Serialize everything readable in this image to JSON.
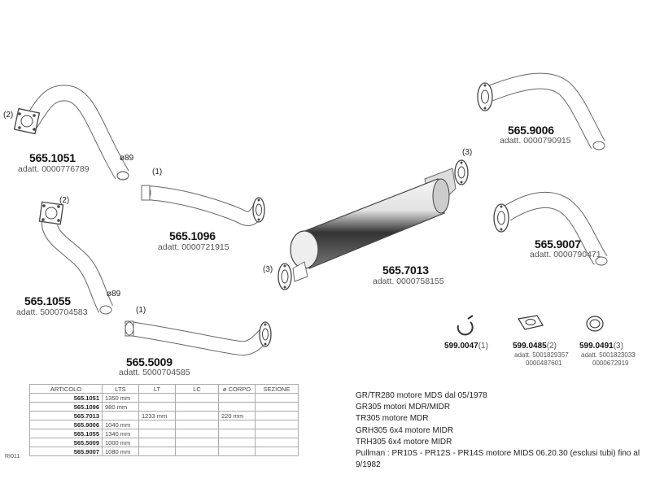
{
  "parts": [
    {
      "code": "565.1051",
      "adatt": "adatt. 0000776789",
      "mark": "(2)",
      "diam": "ø89"
    },
    {
      "code": "565.1096",
      "adatt": "adatt. 0000721915",
      "mark": "(1)"
    },
    {
      "code": "565.1055",
      "adatt": "adatt. 5000704583",
      "mark": "(2)",
      "diam": "ø89"
    },
    {
      "code": "565.5009",
      "adatt": "adatt. 5000704585",
      "mark": "(1)"
    },
    {
      "code": "565.7013",
      "adatt": "adatt. 0000758155",
      "mark_in": "(3)",
      "mark_out": "(3)"
    },
    {
      "code": "565.9006",
      "adatt": "adatt. 0000790915"
    },
    {
      "code": "565.9007",
      "adatt": "adatt. 0000790471"
    }
  ],
  "hardware": [
    {
      "code": "599.0047",
      "qty": "(1)",
      "refs": []
    },
    {
      "code": "599.0485",
      "qty": "(2)",
      "refs": [
        "adatt. 5001829357",
        "0000487601"
      ]
    },
    {
      "code": "599.0491",
      "qty": "(3)",
      "refs": [
        "adatt. 5001823033",
        "0000672919"
      ]
    }
  ],
  "table": {
    "headers": [
      "ARTICOLO",
      "LTS",
      "LT",
      "LC",
      "ø CORPO",
      "SEZIONE"
    ],
    "rows": [
      [
        "565.1051",
        "1350 mm",
        "",
        "",
        "",
        ""
      ],
      [
        "565.1096",
        "980 mm",
        "",
        "",
        "",
        ""
      ],
      [
        "565.7013",
        "",
        "1233 mm",
        "",
        "220 mm",
        ""
      ],
      [
        "565.9006",
        "1040 mm",
        "",
        "",
        "",
        ""
      ],
      [
        "565.1055",
        "1340 mm",
        "",
        "",
        "",
        ""
      ],
      [
        "565.5009",
        "1000 mm",
        "",
        "",
        "",
        ""
      ],
      [
        "565.9007",
        "1080 mm",
        "",
        "",
        "",
        ""
      ]
    ],
    "side_label": "RI011"
  },
  "applications": [
    "GR/TR280 motore MDS dal 05/1978",
    "GR305 motori MDR/MIDR",
    "TR305 motore MDR",
    "GRH305 6x4 motore MIDR",
    "TRH305 6x4 motore MIDR",
    "Pullman : PR10S - PR12S - PR14S motore MIDS 06.20.30 (esclusi tubi) fino al 9/1982"
  ]
}
